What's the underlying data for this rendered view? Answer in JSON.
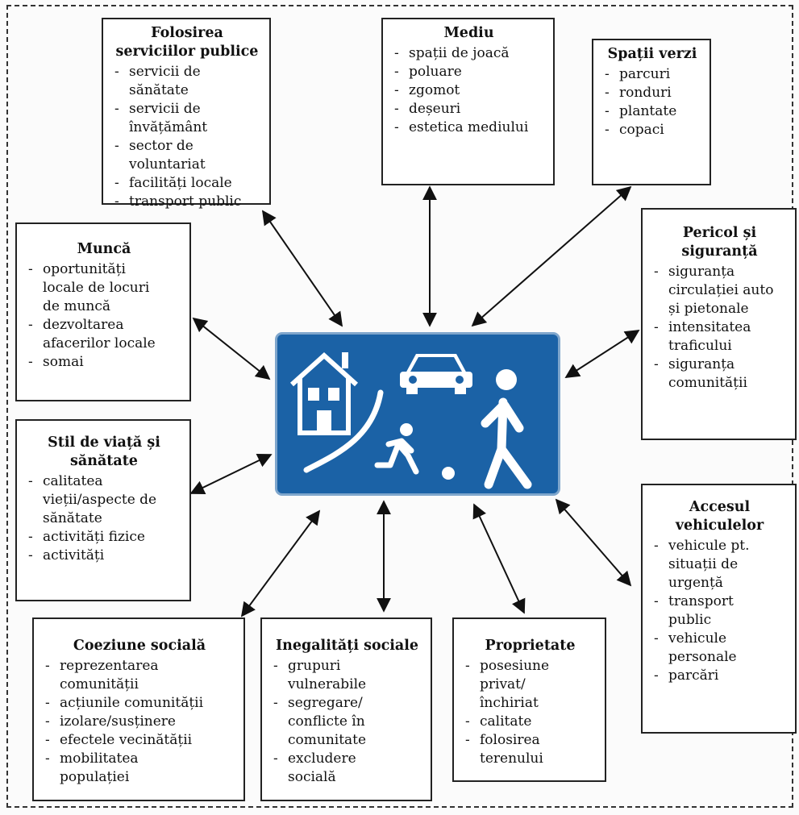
{
  "boxes": {
    "servicii": {
      "title": "Folosirea serviciilor publice",
      "items": [
        "servicii de sănătate",
        "servicii de învățământ",
        "sector de voluntariat",
        "facilități locale",
        "transport public"
      ]
    },
    "mediu": {
      "title": "Mediu",
      "items": [
        "spații de joacă",
        "poluare",
        "zgomot",
        "deșeuri",
        "estetica mediului"
      ]
    },
    "verzi": {
      "title": "Spații verzi",
      "items": [
        "parcuri",
        "ronduri",
        "plantate",
        "copaci"
      ]
    },
    "munca": {
      "title": "Muncă",
      "items": [
        "oportunități locale de locuri de muncă",
        "dezvoltarea afacerilor locale",
        "somai"
      ]
    },
    "pericol": {
      "title": "Pericol și siguranță",
      "items": [
        "siguranța circulației auto și pietonale",
        "intensitatea traficului",
        "siguranța comunității"
      ]
    },
    "stil": {
      "title": "Stil de viață și sănătate",
      "items": [
        "calitatea vieții/aspecte de sănătate",
        "activități fizice",
        "activități"
      ]
    },
    "acces": {
      "title": "Accesul vehiculelor",
      "items": [
        "vehicule pt. situații de urgență",
        "transport public",
        "vehicule personale",
        "parcări"
      ]
    },
    "coeziune": {
      "title": "Coeziune socială",
      "items": [
        "reprezentarea comunității",
        "acțiunile comunității",
        "izolare/susținere",
        "efectele vecinătății",
        "mobilitatea populației"
      ]
    },
    "inegalitati": {
      "title": "Inegalități sociale",
      "items": [
        "grupuri vulnerabile",
        "segregare/ conflicte în comunitate",
        "excludere socială"
      ]
    },
    "proprietate": {
      "title": "Proprietate",
      "items": [
        "posesiune privat/închiriat",
        "calitate",
        "folosirea terenului"
      ]
    }
  },
  "colors": {
    "sign_blue": "#1b62a6",
    "sign_border": "#7fa6cc",
    "symbol": "#ffffff",
    "line": "#111111"
  },
  "icons": [
    "house-icon",
    "car-icon",
    "child-running-icon",
    "ball-icon",
    "pedestrian-icon",
    "road-curve-icon"
  ]
}
